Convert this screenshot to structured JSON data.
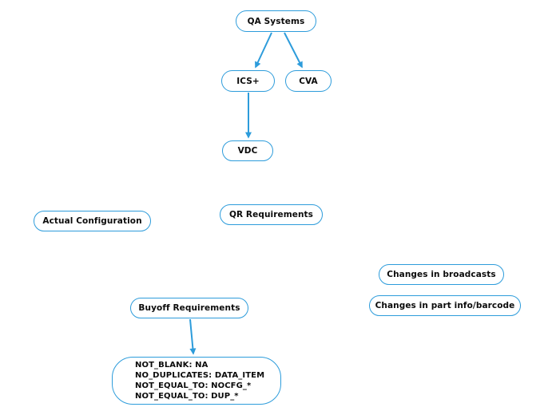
{
  "diagram": {
    "background_color": "#ffffff",
    "accent_color": "#2D9CDB",
    "text_color": "#0b0b0b",
    "nodes": {
      "qa_systems": {
        "label": "QA Systems"
      },
      "ics_plus": {
        "label": "ICS+"
      },
      "cva": {
        "label": "CVA"
      },
      "vdc": {
        "label": "VDC"
      },
      "qr_requirements": {
        "label": "QR Requirements"
      },
      "actual_configuration": {
        "label": "Actual Configuration"
      },
      "changes_in_broadcasts": {
        "label": "Changes in broadcasts"
      },
      "changes_in_part_info": {
        "label": "Changes in part info/barcode"
      },
      "buyoff_requirements": {
        "label": "Buyoff Requirements"
      },
      "buyoff_rules": {
        "lines": [
          "NOT_BLANK: NA",
          "NO_DUPLICATES: DATA_ITEM",
          "NOT_EQUAL_TO: NOCFG_*",
          "NOT_EQUAL_TO: DUP_*"
        ]
      }
    },
    "edges": [
      {
        "from": "qa_systems",
        "to": "ics_plus"
      },
      {
        "from": "qa_systems",
        "to": "cva"
      },
      {
        "from": "ics_plus",
        "to": "vdc"
      },
      {
        "from": "buyoff_requirements",
        "to": "buyoff_rules"
      }
    ]
  }
}
